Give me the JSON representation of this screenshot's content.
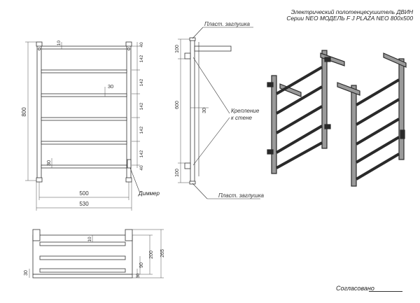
{
  "title_block": {
    "line1": "Электрический полотенцесушитель ДВИН",
    "line2": "Серии NEO МОДЕЛЬ F J PLAZA NEO 800x500",
    "approval_label": "Согласовано"
  },
  "front_view": {
    "height_800": "800",
    "width_500": "500",
    "width_530": "530",
    "dim_10_top": "10",
    "dim_30_mid": "30",
    "dim_30_low": "30",
    "right_dims": [
      "40",
      "142",
      "142",
      "142",
      "142",
      "142",
      "40"
    ],
    "dimmer_label": "Диммер"
  },
  "side_view": {
    "top_cap_label": "Пласт. заглушка",
    "bottom_cap_label": "Пласт. заглушка",
    "mount_label_line1": "Крепление",
    "mount_label_line2": "к стене",
    "dim_100_top": "100",
    "dim_600": "600",
    "dim_30": "30",
    "dim_100_bottom": "100"
  },
  "top_view": {
    "dim_10": "10",
    "dim_90": "90",
    "dim_200": "200",
    "dim_265": "265",
    "dim_30_left": "30",
    "dim_30_right": "30"
  },
  "colors": {
    "line": "#333333",
    "dimension": "#4a4a4a",
    "iso_dark": "#2a2a2a",
    "iso_face": "#9a9a9a"
  }
}
